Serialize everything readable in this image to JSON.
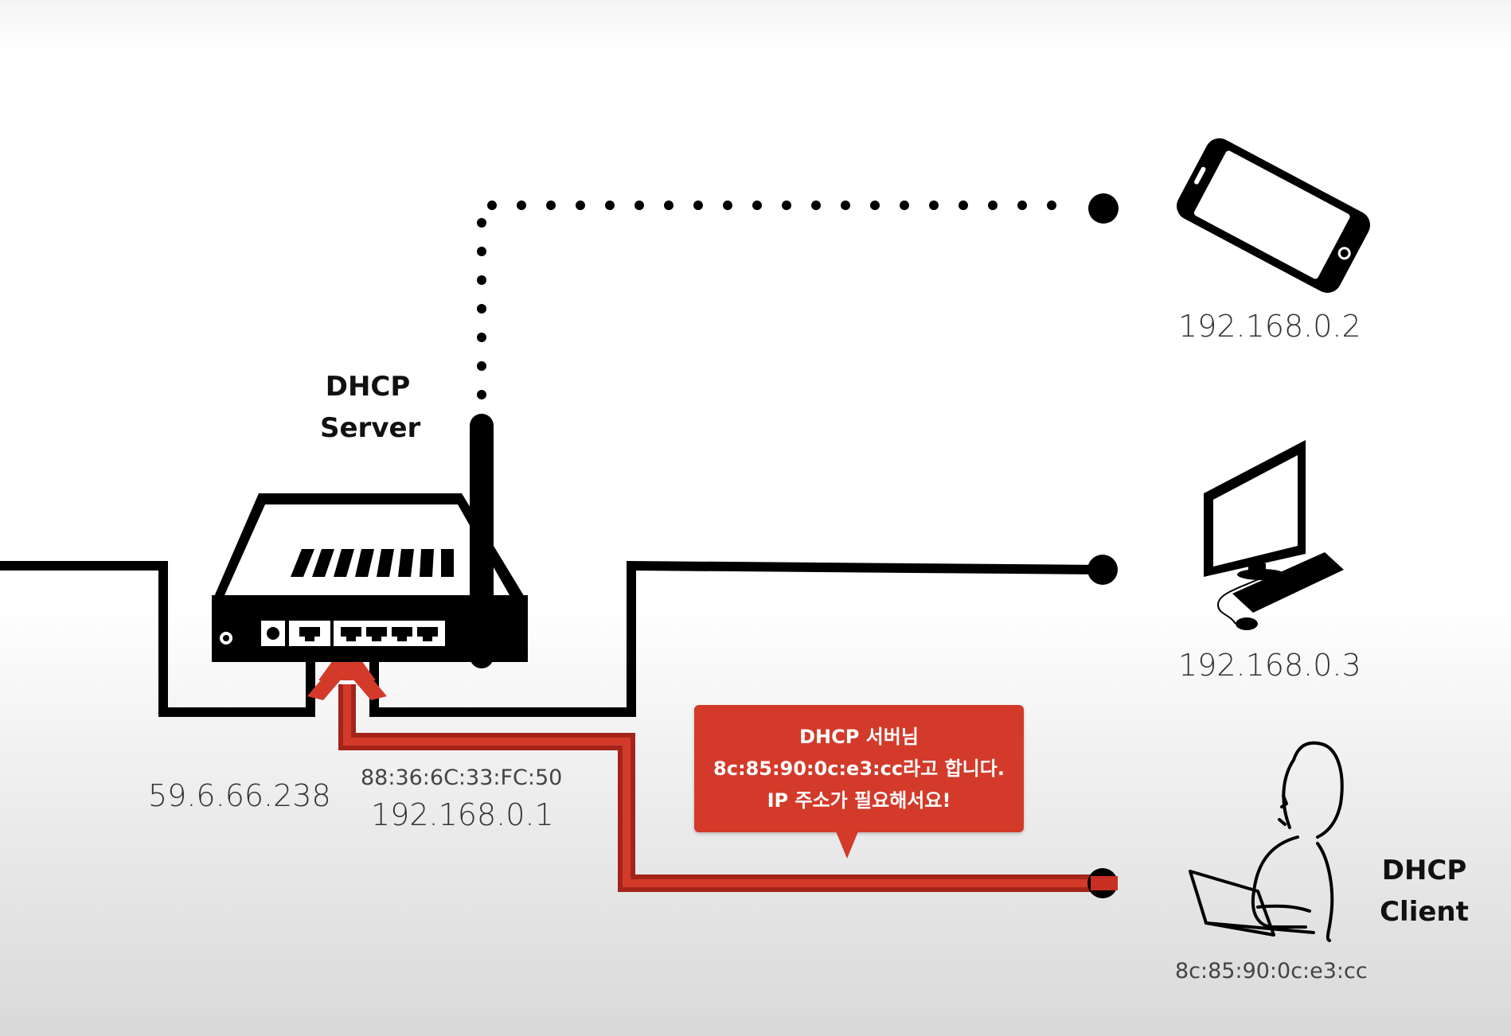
{
  "server": {
    "line1": "DHCP",
    "line2": "Server"
  },
  "client": {
    "line1": "DHCP",
    "line2": "Client",
    "mac": "8c:85:90:0c:e3:cc"
  },
  "router": {
    "wan_ip": "59.6.66.238",
    "lan_mac": "88:36:6C:33:FC:50",
    "lan_ip": "192.168.0.1"
  },
  "devices": [
    {
      "type": "phone",
      "ip": "192.168.0.2",
      "link": "wireless"
    },
    {
      "type": "desktop",
      "ip": "192.168.0.3",
      "link": "wired"
    }
  ],
  "bubble": {
    "line1": "DHCP 서버님",
    "line2": "8c:85:90:0c:e3:cc라고 합니다.",
    "line3": "IP 주소가 필요해서요!"
  },
  "colors": {
    "accent": "#d33a2a",
    "line": "#000000",
    "text": "#333333"
  }
}
